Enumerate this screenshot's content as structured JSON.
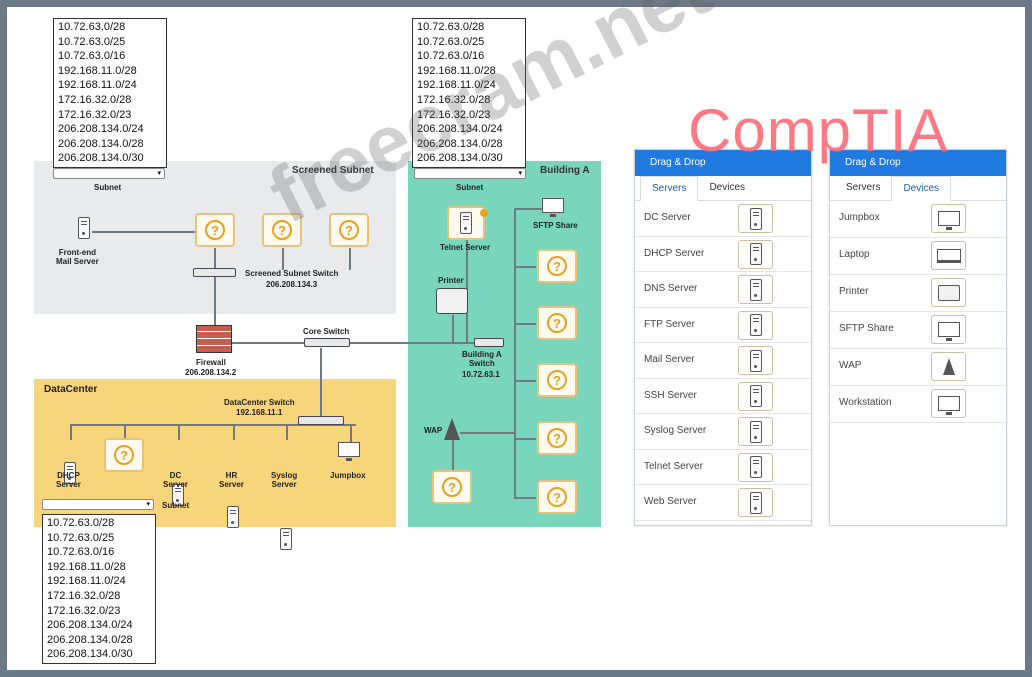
{
  "subnet_options": [
    "10.72.63.0/28",
    "10.72.63.0/25",
    "10.72.63.0/16",
    "192.168.11.0/28",
    "192.168.11.0/24",
    "172.16.32.0/28",
    "172.16.32.0/23",
    "206.208.134.0/24",
    "206.208.134.0/28",
    "206.208.134.0/30"
  ],
  "zones": {
    "screened": {
      "title": "Screened Subnet",
      "subnet_label": "Subnet",
      "switch_label": "Screened Subnet Switch",
      "switch_ip": "206.208.134.3",
      "mail_server": "Front-end\nMail Server"
    },
    "building_a": {
      "title": "Building A",
      "subnet_label": "Subnet",
      "telnet": "Telnet Server",
      "sftp": "SFTP Share",
      "printer": "Printer",
      "switch_label": "Building A\nSwitch",
      "switch_ip": "10.72.63.1",
      "wap": "WAP"
    },
    "datacenter": {
      "title": "DataCenter",
      "subnet_label": "Subnet",
      "switch_label": "DataCenter Switch",
      "switch_ip": "192.168.11.1",
      "dhcp": "DHCP\nServer",
      "dc": "DC\nServer",
      "hr": "HR\nServer",
      "syslog": "Syslog\nServer",
      "jumpbox": "Jumpbox"
    }
  },
  "core": {
    "firewall": "Firewall",
    "firewall_ip": "206.208.134.2",
    "core_switch": "Core Switch"
  },
  "unknown_marker": "?",
  "dropdown_arrow": "▾",
  "panels": {
    "servers": {
      "title": "Drag & Drop",
      "tabs": [
        "Servers",
        "Devices"
      ],
      "items": [
        "DC Server",
        "DHCP Server",
        "DNS Server",
        "FTP Server",
        "Mail Server",
        "SSH Server",
        "Syslog Server",
        "Telnet Server",
        "Web Server"
      ]
    },
    "devices": {
      "title": "Drag & Drop",
      "tabs": [
        "Servers",
        "Devices"
      ],
      "items": [
        {
          "label": "Jumpbox",
          "icon": "monitor-icon"
        },
        {
          "label": "Laptop",
          "icon": "laptop-icon"
        },
        {
          "label": "Printer",
          "icon": "printer-icon"
        },
        {
          "label": "SFTP Share",
          "icon": "monitor-icon"
        },
        {
          "label": "WAP",
          "icon": "wap-icon"
        },
        {
          "label": "Workstation",
          "icon": "monitor-icon"
        }
      ]
    }
  },
  "logo": "CompTIA",
  "watermark": "freecram.net",
  "colors": {
    "screened_bg": "#e9eaec",
    "datacenter_bg": "#f7d57a",
    "building_bg": "#79d6bd",
    "panel_header": "#1f7be0",
    "question": "#e8a21a"
  }
}
